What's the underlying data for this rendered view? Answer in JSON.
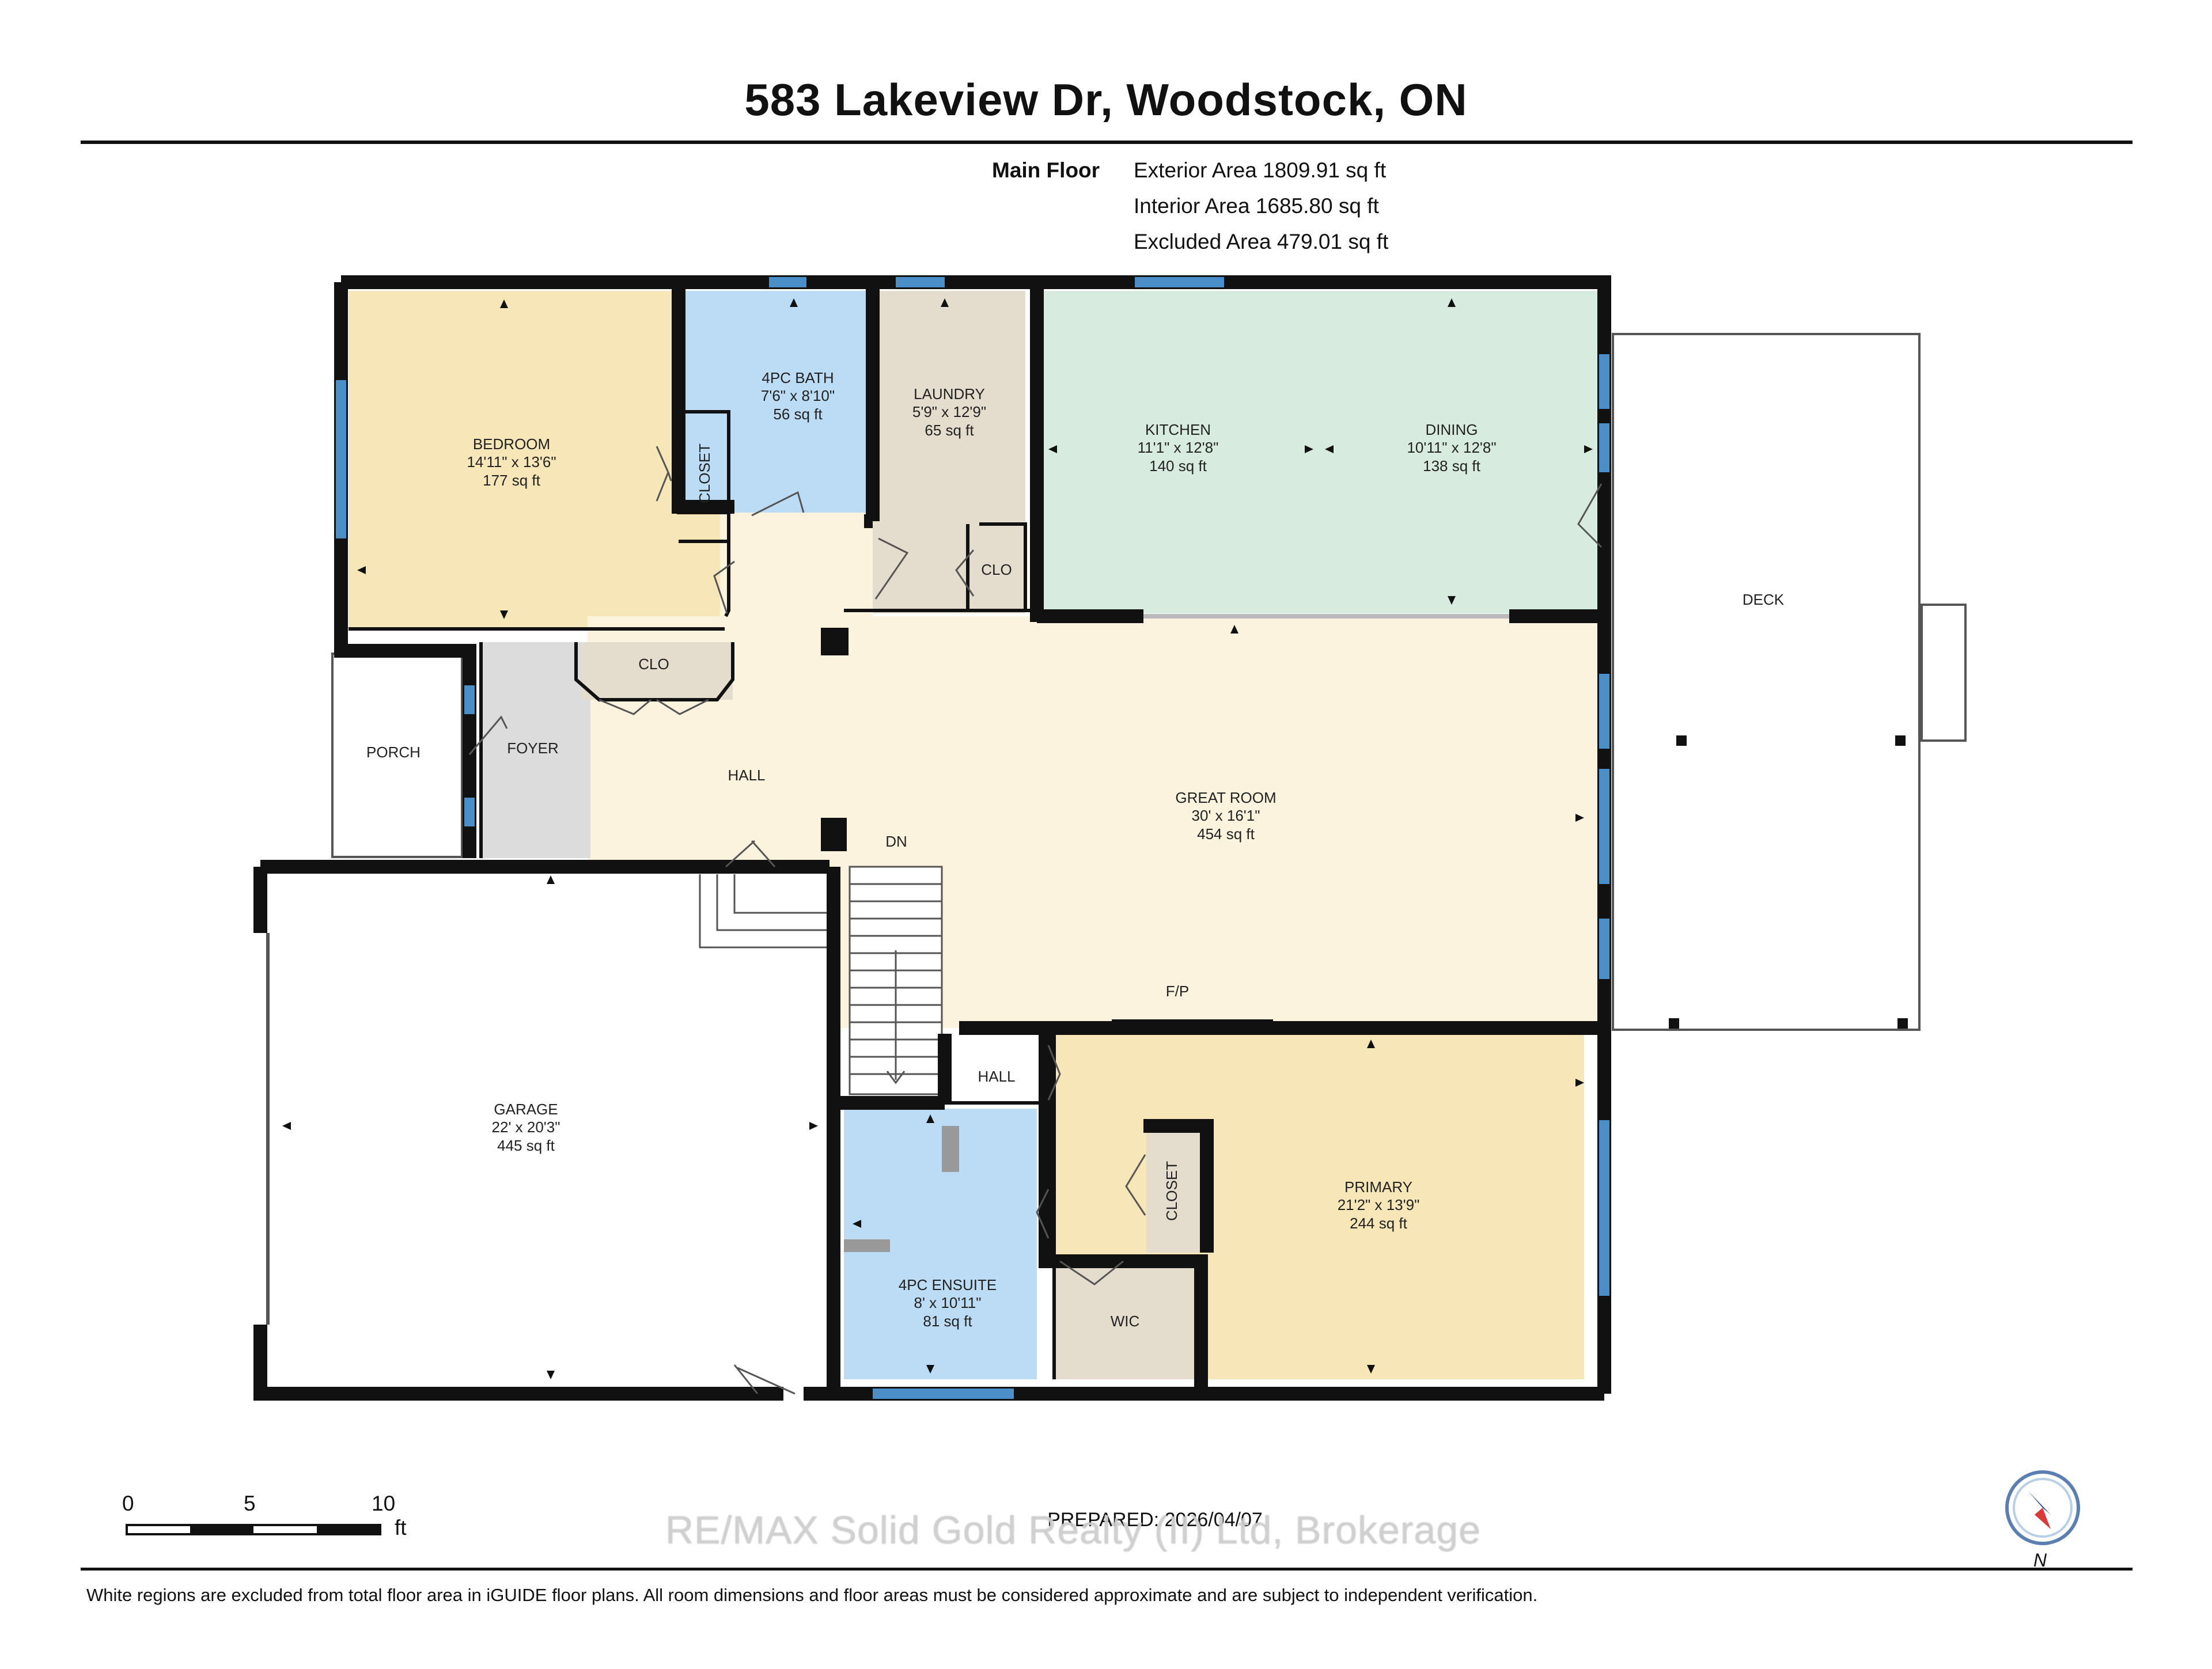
{
  "title": "583 Lakeview Dr, Woodstock, ON",
  "floor": {
    "name": "Main Floor",
    "exterior": "Exterior Area 1809.91 sq ft",
    "interior": "Interior Area 1685.80 sq ft",
    "excluded": "Excluded Area 479.01 sq ft"
  },
  "rooms": {
    "bedroom": {
      "name": "BEDROOM",
      "dims": "14'11\" x 13'6\"",
      "area": "177 sq ft"
    },
    "bath": {
      "name": "4PC BATH",
      "dims": "7'6\" x 8'10\"",
      "area": "56 sq ft"
    },
    "laundry": {
      "name": "LAUNDRY",
      "dims": "5'9\" x 12'9\"",
      "area": "65 sq ft"
    },
    "kitchen": {
      "name": "KITCHEN",
      "dims": "11'1\" x 12'8\"",
      "area": "140 sq ft"
    },
    "dining": {
      "name": "DINING",
      "dims": "10'11\" x 12'8\"",
      "area": "138 sq ft"
    },
    "great_room": {
      "name": "GREAT ROOM",
      "dims": "30' x 16'1\"",
      "area": "454 sq ft"
    },
    "garage": {
      "name": "GARAGE",
      "dims": "22' x 20'3\"",
      "area": "445 sq ft"
    },
    "primary": {
      "name": "PRIMARY",
      "dims": "21'2\" x 13'9\"",
      "area": "244 sq ft"
    },
    "ensuite": {
      "name": "4PC ENSUITE",
      "dims": "8' x 10'11\"",
      "area": "81 sq ft"
    }
  },
  "labels": {
    "closet_bed": "CLOSET",
    "clo_laundry": "CLO",
    "clo_hall": "CLO",
    "porch": "PORCH",
    "foyer": "FOYER",
    "hall": "HALL",
    "dn": "DN",
    "deck": "DECK",
    "fp": "F/P",
    "hall_small": "HALL",
    "closet_primary": "CLOSET",
    "wic": "WIC"
  },
  "scale": {
    "ticks": [
      "0",
      "5",
      "10"
    ],
    "unit": "ft"
  },
  "prepared": "PREPARED: 2026/04/07",
  "watermark": "RE/MAX Solid Gold Realty (II) Ltd, Brokerage",
  "compass": {
    "label": "N"
  },
  "footer": "White regions are excluded from total floor area in iGUIDE floor plans. All room dimensions and floor areas must be considered approximate and are subject to independent verification.",
  "colors": {
    "bedroom": "#f7e6b8",
    "bath": "#bcdcf5",
    "laundry": "#e4dccd",
    "kitchen": "#d7ecdf",
    "great_room": "#fbf3dd",
    "foyer": "#dcdcdc",
    "window": "#4a8fc8",
    "wall": "#111111"
  }
}
